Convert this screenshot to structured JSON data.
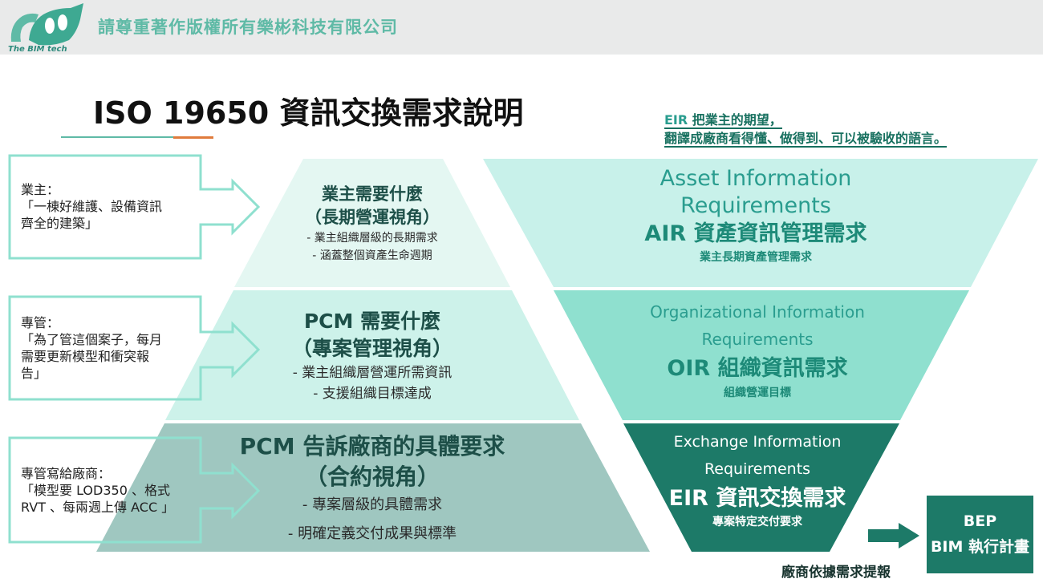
{
  "header": {
    "logo_text": "The BIM tech",
    "copyright": "請尊重著作版權所有樂彬科技有限公司"
  },
  "title": "ISO 19650 資訊交換需求說明",
  "eir_note": {
    "abbr": "EIR",
    "line1_rest": " 把業主的期望，",
    "line2": "翻譯成廠商看得懂、做得到、可以被驗收的語言。"
  },
  "stakeholders": [
    {
      "lines": [
        "業主：",
        "「一棟好維護、設備資訊",
        "齊全的建築」"
      ]
    },
    {
      "lines": [
        "專管：",
        "「為了管這個案子，每月",
        "需要更新模型和衝突報",
        "告」"
      ]
    },
    {
      "lines": [
        "專管寫給廠商：",
        "「模型要 LOD350 、格式",
        "RVT 、每兩週上傳 ACC 」"
      ]
    }
  ],
  "pyramid": [
    {
      "heading1": "業主需要什麼",
      "heading2": "（長期營運視角）",
      "bullets": [
        "- 業主組織層級的長期需求",
        "- 涵蓋整個資產生命週期"
      ]
    },
    {
      "heading1": "PCM 需要什麼",
      "heading2": "（專案管理視角）",
      "bullets": [
        "- 業主組織層營運所需資訊",
        "- 支援組織目標達成"
      ]
    },
    {
      "heading1": "PCM 告訴廠商的具體要求",
      "heading2": "（合約視角）",
      "bullets": [
        "- 專案層級的具體需求",
        "- 明確定義交付成果與標準"
      ]
    }
  ],
  "funnel": [
    {
      "en1": "Asset Information",
      "en2": "Requirements",
      "zh": "AIR  資產資訊管理需求",
      "sub": "業主長期資產管理需求"
    },
    {
      "en1": "Organizational Information",
      "en2": "Requirements",
      "zh": "OIR 組織資訊需求",
      "sub": "組織營運目標"
    },
    {
      "en1": "Exchange Information",
      "en2": "Requirements",
      "zh": "EIR 資訊交換需求",
      "sub": "專案特定交付要求"
    }
  ],
  "bep": {
    "line1": "BEP",
    "line2": "BIM 執行計畫",
    "caption": "廠商依據需求提報"
  },
  "colors": {
    "teal_dark": "#1d7a68",
    "teal_mid": "#8fe0cf",
    "teal_light": "#c8f1ea",
    "pyramid_top": "#e4f7f2",
    "pyramid_mid": "#cdf2ea",
    "pyramid_bottom": "#9fc7c0",
    "accent_orange": "#e07b3c"
  }
}
